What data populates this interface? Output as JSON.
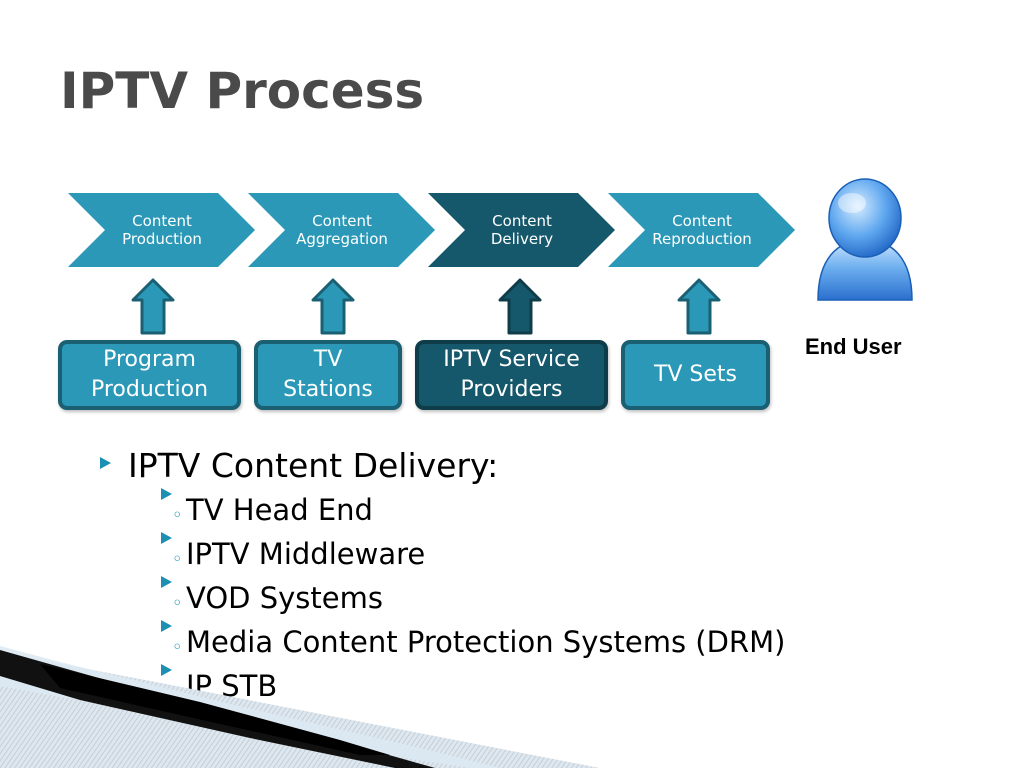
{
  "slide": {
    "title": "IPTV Process"
  },
  "diagram": {
    "stages": [
      {
        "line1": "Content",
        "line2": "Production",
        "highlight": false
      },
      {
        "line1": "Content",
        "line2": "Aggregation",
        "highlight": false
      },
      {
        "line1": "Content",
        "line2": "Delivery",
        "highlight": true
      },
      {
        "line1": "Content",
        "line2": "Reproduction",
        "highlight": false
      }
    ],
    "sources": [
      {
        "line1": "Program",
        "line2": "Production",
        "highlight": false
      },
      {
        "line1": "TV",
        "line2": "Stations",
        "highlight": false
      },
      {
        "line1": "IPTV Service",
        "line2": "Providers",
        "highlight": true
      },
      {
        "line1": "TV Sets",
        "line2": "",
        "highlight": false
      }
    ],
    "end_user_label": "End User",
    "end_user_icon": "user-icon"
  },
  "bullets": {
    "main": "IPTV Content Delivery:",
    "items": [
      "TV Head End",
      "IPTV Middleware",
      "VOD Systems",
      "Media Content Protection Systems (DRM)",
      "IP STB"
    ]
  },
  "colors": {
    "chevron": "#2a98b6",
    "chevron_highlight": "#16586b",
    "arrow": "#2a98b6",
    "arrow_highlight": "#16586b",
    "arrow_border": "#1b5f73",
    "title": "#4a4a4a",
    "bullet_marker": "#1c8fb5"
  }
}
